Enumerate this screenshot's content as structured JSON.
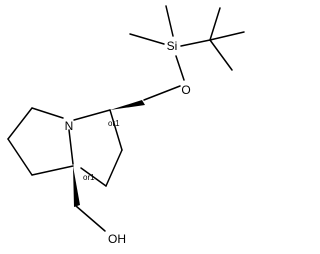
{
  "atoms": {
    "si": "Si",
    "o_ether": "O",
    "n": "N",
    "oh": "OH"
  },
  "stereo": {
    "c3": "or1",
    "c7a": "or1"
  },
  "colors": {
    "ink": "#000000",
    "background": "#ffffff"
  }
}
